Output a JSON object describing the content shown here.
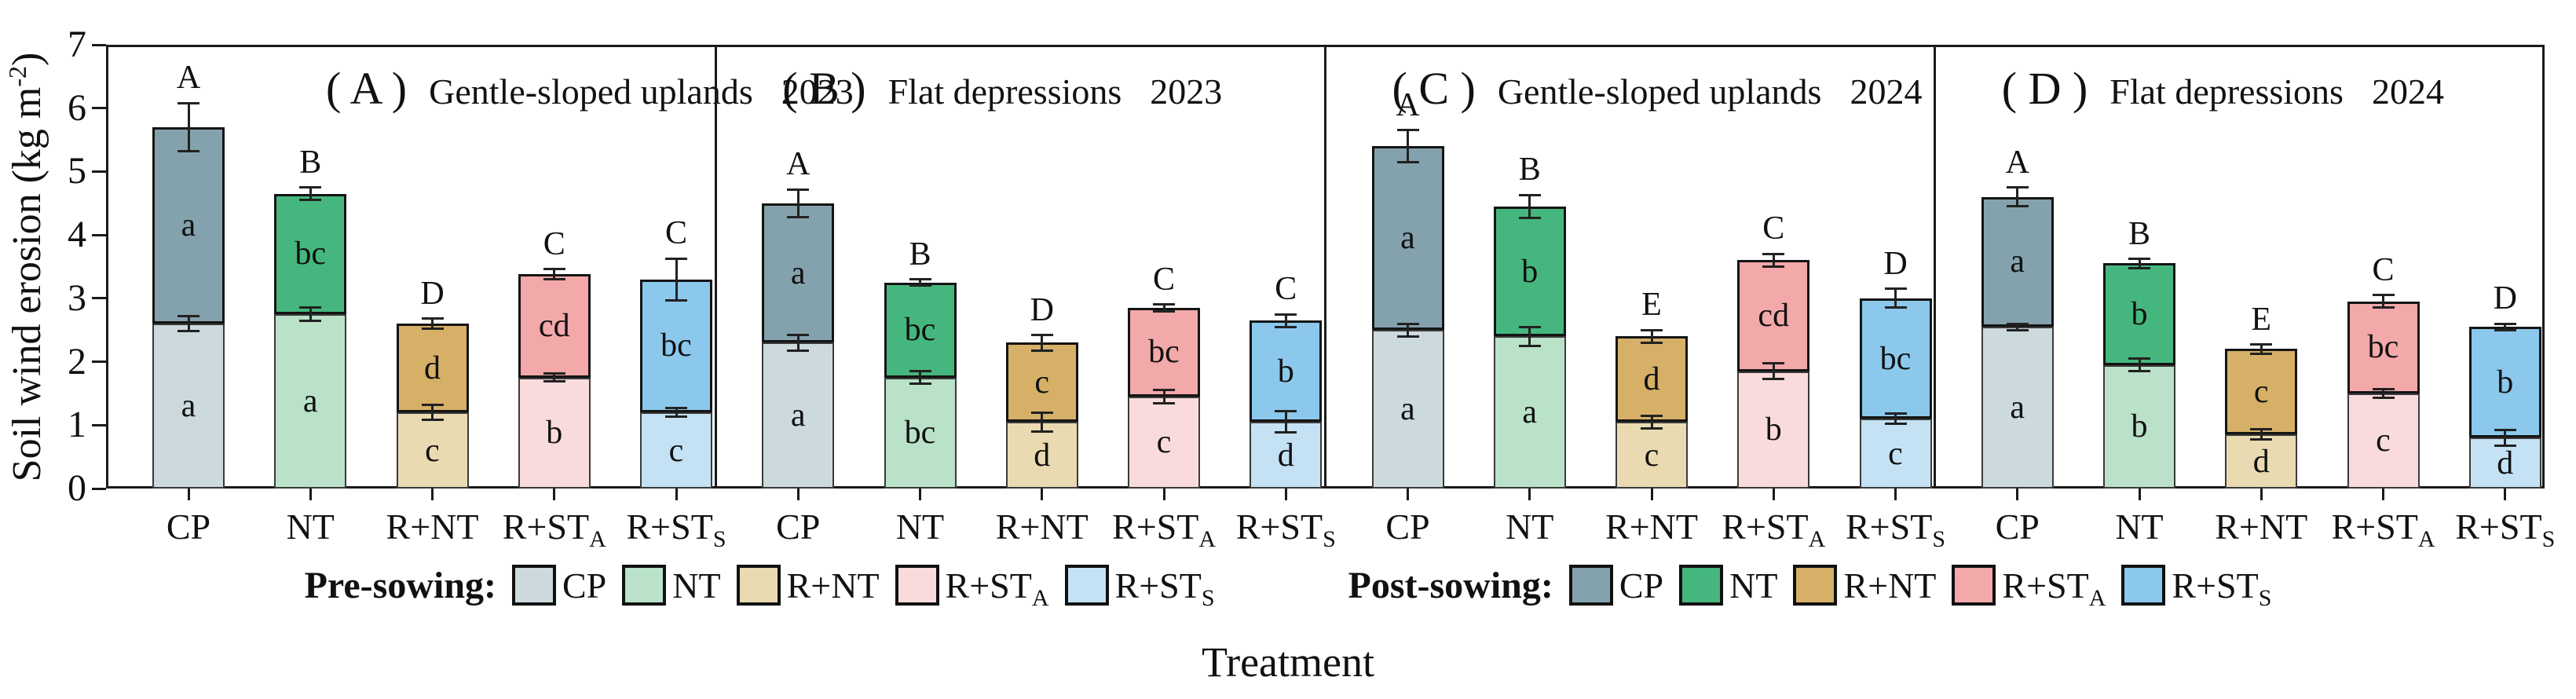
{
  "chart_data": {
    "type": "bar",
    "stacked": true,
    "xlabel": "Treatment",
    "ylabel": "Soil wind erosion (kg m-2)",
    "ylabel_parts": {
      "prefix": "Soil wind erosion (kg m",
      "sup": "-2",
      "suffix": ")"
    },
    "ylim": [
      0,
      7
    ],
    "y_ticks": [
      0,
      1,
      2,
      3,
      4,
      5,
      6,
      7
    ],
    "grid": false,
    "legend_position": "bottom",
    "series_names": [
      "Pre-sowing",
      "Post-sowing"
    ],
    "categories": [
      {
        "text": "CP",
        "sub": ""
      },
      {
        "text": "NT",
        "sub": ""
      },
      {
        "text": "R+NT",
        "sub": ""
      },
      {
        "text": "R+ST",
        "sub": "A"
      },
      {
        "text": "R+ST",
        "sub": "S"
      }
    ],
    "colors": {
      "pre": [
        "#ccd9dd",
        "#b9e2c8",
        "#e9dab2",
        "#fadbdc",
        "#c4e2f4"
      ],
      "post": [
        "#84a2ad",
        "#45b77e",
        "#d6b067",
        "#f3a8a9",
        "#8bc8ec"
      ]
    },
    "panels": [
      {
        "label": "( A )",
        "title": "Gentle-sloped uplands",
        "year": "2023",
        "bars": [
          {
            "treatment": "CP",
            "pre": 2.6,
            "post": 3.1,
            "pre_err": 0.12,
            "total_err": 0.38,
            "sig_total": "A",
            "sig_post": "a",
            "sig_pre": "a"
          },
          {
            "treatment": "NT",
            "pre": 2.75,
            "post": 1.9,
            "pre_err": 0.1,
            "total_err": 0.1,
            "sig_total": "B",
            "sig_post": "bc",
            "sig_pre": "a"
          },
          {
            "treatment": "R+NT",
            "pre": 1.2,
            "post": 1.4,
            "pre_err": 0.12,
            "total_err": 0.08,
            "sig_total": "D",
            "sig_post": "d",
            "sig_pre": "c"
          },
          {
            "treatment": "R+STA",
            "pre": 1.75,
            "post": 1.63,
            "pre_err": 0.06,
            "total_err": 0.08,
            "sig_total": "C",
            "sig_post": "cd",
            "sig_pre": "b"
          },
          {
            "treatment": "R+STS",
            "pre": 1.2,
            "post": 2.1,
            "pre_err": 0.07,
            "total_err": 0.33,
            "sig_total": "C",
            "sig_post": "bc",
            "sig_pre": "c"
          }
        ]
      },
      {
        "label": "( B )",
        "title": "Flat depressions",
        "year": "2023",
        "bars": [
          {
            "treatment": "CP",
            "pre": 2.3,
            "post": 2.2,
            "pre_err": 0.12,
            "total_err": 0.22,
            "sig_total": "A",
            "sig_post": "a",
            "sig_pre": "a"
          },
          {
            "treatment": "NT",
            "pre": 1.75,
            "post": 1.5,
            "pre_err": 0.1,
            "total_err": 0.05,
            "sig_total": "B",
            "sig_post": "bc",
            "sig_pre": "bc"
          },
          {
            "treatment": "R+NT",
            "pre": 1.05,
            "post": 1.25,
            "pre_err": 0.15,
            "total_err": 0.12,
            "sig_total": "D",
            "sig_post": "c",
            "sig_pre": "d"
          },
          {
            "treatment": "R+STA",
            "pre": 1.45,
            "post": 1.4,
            "pre_err": 0.1,
            "total_err": 0.05,
            "sig_total": "C",
            "sig_post": "bc",
            "sig_pre": "c"
          },
          {
            "treatment": "R+STS",
            "pre": 1.05,
            "post": 1.6,
            "pre_err": 0.17,
            "total_err": 0.1,
            "sig_total": "C",
            "sig_post": "b",
            "sig_pre": "d"
          }
        ]
      },
      {
        "label": "( C )",
        "title": "Gentle-sloped uplands",
        "year": "2024",
        "bars": [
          {
            "treatment": "CP",
            "pre": 2.5,
            "post": 2.9,
            "pre_err": 0.1,
            "total_err": 0.25,
            "sig_total": "A",
            "sig_post": "a",
            "sig_pre": "a"
          },
          {
            "treatment": "NT",
            "pre": 2.4,
            "post": 2.05,
            "pre_err": 0.15,
            "total_err": 0.18,
            "sig_total": "B",
            "sig_post": "b",
            "sig_pre": "a"
          },
          {
            "treatment": "R+NT",
            "pre": 1.05,
            "post": 1.35,
            "pre_err": 0.1,
            "total_err": 0.1,
            "sig_total": "E",
            "sig_post": "d",
            "sig_pre": "c"
          },
          {
            "treatment": "R+STA",
            "pre": 1.85,
            "post": 1.75,
            "pre_err": 0.12,
            "total_err": 0.1,
            "sig_total": "C",
            "sig_post": "cd",
            "sig_pre": "b"
          },
          {
            "treatment": "R+STS",
            "pre": 1.1,
            "post": 1.9,
            "pre_err": 0.08,
            "total_err": 0.15,
            "sig_total": "D",
            "sig_post": "bc",
            "sig_pre": "c"
          }
        ]
      },
      {
        "label": "( D )",
        "title": "Flat depressions",
        "year": "2024",
        "bars": [
          {
            "treatment": "CP",
            "pre": 2.55,
            "post": 2.05,
            "pre_err": 0.05,
            "total_err": 0.15,
            "sig_total": "A",
            "sig_post": "a",
            "sig_pre": "a"
          },
          {
            "treatment": "NT",
            "pre": 1.95,
            "post": 1.6,
            "pre_err": 0.1,
            "total_err": 0.07,
            "sig_total": "B",
            "sig_post": "b",
            "sig_pre": "b"
          },
          {
            "treatment": "R+NT",
            "pre": 0.85,
            "post": 1.35,
            "pre_err": 0.08,
            "total_err": 0.07,
            "sig_total": "E",
            "sig_post": "c",
            "sig_pre": "d"
          },
          {
            "treatment": "R+STA",
            "pre": 1.5,
            "post": 1.45,
            "pre_err": 0.07,
            "total_err": 0.1,
            "sig_total": "C",
            "sig_post": "bc",
            "sig_pre": "c"
          },
          {
            "treatment": "R+STS",
            "pre": 0.8,
            "post": 1.75,
            "pre_err": 0.12,
            "total_err": 0.05,
            "sig_total": "D",
            "sig_post": "b",
            "sig_pre": "d"
          }
        ]
      }
    ]
  },
  "legend": {
    "pre_label": "Pre-sowing:",
    "post_label": "Post-sowing:"
  }
}
